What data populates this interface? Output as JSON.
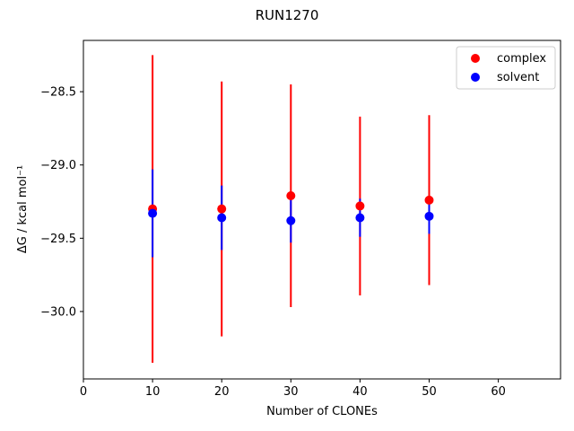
{
  "chart_data": {
    "type": "scatter",
    "title": "RUN1270",
    "xlabel": "Number of CLONEs",
    "ylabel": "ΔG / kcal mol⁻¹",
    "xlim": [
      0,
      69
    ],
    "ylim": [
      -30.46,
      -28.15
    ],
    "xticks": [
      0,
      10,
      20,
      30,
      40,
      50,
      60
    ],
    "yticks": [
      -30.0,
      -29.5,
      -29.0,
      -28.5
    ],
    "ytick_labels": [
      "−30.0",
      "−29.5",
      "−29.0",
      "−28.5"
    ],
    "grid": false,
    "legend_position": "top-right",
    "series": [
      {
        "name": "complex",
        "color": "#ff0000",
        "x": [
          10,
          20,
          30,
          40,
          50
        ],
        "y": [
          -29.3,
          -29.3,
          -29.21,
          -29.28,
          -29.24
        ],
        "yerr": [
          1.05,
          0.87,
          0.76,
          0.61,
          0.58
        ]
      },
      {
        "name": "solvent",
        "color": "#0000ff",
        "x": [
          10,
          20,
          30,
          40,
          50
        ],
        "y": [
          -29.33,
          -29.36,
          -29.38,
          -29.36,
          -29.35
        ],
        "yerr": [
          0.3,
          0.22,
          0.15,
          0.13,
          0.12
        ]
      }
    ]
  }
}
